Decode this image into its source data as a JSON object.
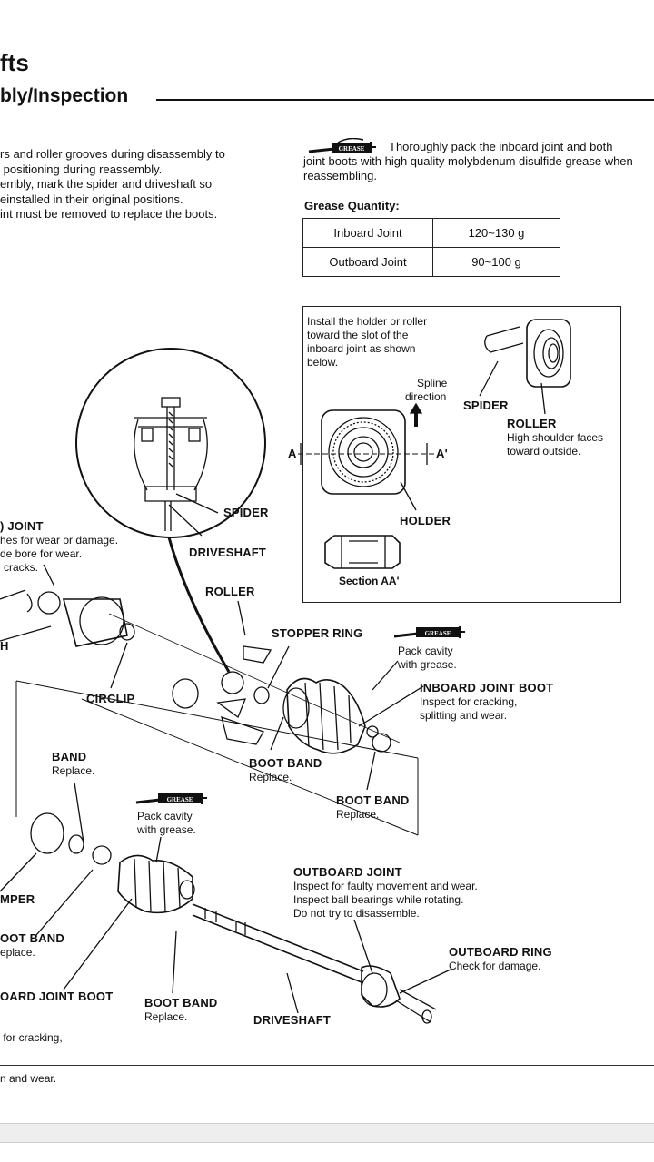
{
  "header": {
    "title": "fts",
    "subtitle": "bly/Inspection"
  },
  "intro": {
    "left_text": "rs and roller grooves during disassembly to\n positioning during reassembly.\nembly, mark the spider and driveshaft so\neinstalled in their original positions.\nint must be removed to replace the boots.",
    "grease_icon": "GREASE",
    "grease_first": "Thoroughly pack the inboard joint and both",
    "grease_rest": "joint boots with high quality molybdenum disulfide grease when reassembling."
  },
  "grease_quantity": {
    "label": "Grease Quantity:",
    "rows": [
      {
        "joint": "Inboard Joint",
        "qty": "120~130 g"
      },
      {
        "joint": "Outboard Joint",
        "qty": "90~100 g"
      }
    ]
  },
  "detail": {
    "instruction": [
      "Install the holder or roller",
      "toward the slot of the",
      "inboard joint as shown",
      "below."
    ],
    "spline": [
      "Spline",
      "direction"
    ],
    "spider": "SPIDER",
    "roller": "ROLLER",
    "roller_note": [
      "High shoulder faces",
      "toward outside."
    ],
    "a_left": "A",
    "a_right": "A'",
    "holder": "HOLDER",
    "section": "Section AA'"
  },
  "labels": {
    "spider": "SPIDER",
    "driveshaft_top": "DRIVESHAFT",
    "joint_title": "JOINT",
    "joint_notes": [
      "hes for wear or damage.",
      "de bore for wear.",
      "cracks."
    ],
    "h_cut": "H",
    "roller": "ROLLER",
    "stopper_ring": "STOPPER RING",
    "pack_cavity_1": [
      "Pack cavity",
      "with grease."
    ],
    "inboard_boot": "INBOARD JOINT BOOT",
    "inboard_boot_notes": [
      "Inspect for cracking,",
      "splitting and wear."
    ],
    "circlip": "CIRCLIP",
    "boot_band_mid": "BOOT BAND",
    "boot_band_mid_note": "Replace.",
    "boot_band_right": "BOOT BAND",
    "boot_band_right_note": "Replace.",
    "band": "BAND",
    "band_note": "Replace.",
    "pack_cavity_2": [
      "Pack cavity",
      "with grease."
    ],
    "outboard_joint": "OUTBOARD JOINT",
    "outboard_joint_notes": [
      "Inspect for faulty movement and wear.",
      "Inspect ball bearings while rotating.",
      "Do not try to disassemble."
    ],
    "outboard_ring": "OUTBOARD RING",
    "outboard_ring_note": "Check for damage.",
    "mper": "MPER",
    "boot_band_left": "OOT BAND",
    "boot_band_left_note": "eplace.",
    "outboard_boot": "OARD JOINT BOOT",
    "outboard_boot_notes": [
      " for cracking,",
      "n and wear."
    ],
    "boot_band_bottom": "BOOT BAND",
    "boot_band_bottom_note": "Replace.",
    "driveshaft_bottom": "DRIVESHAFT",
    "grease_icon": "GREASE"
  }
}
